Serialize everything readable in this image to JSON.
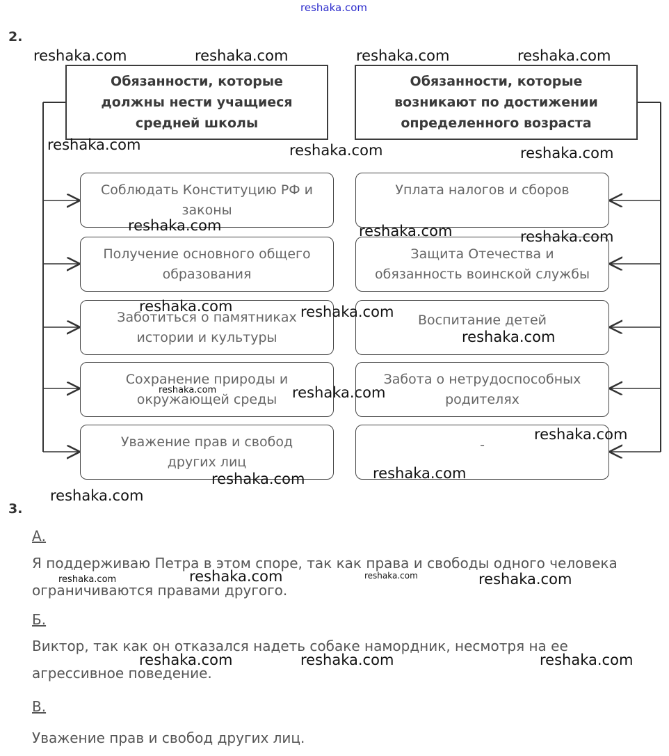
{
  "site_link": "reshaka.com",
  "task2": {
    "number": "2.",
    "left_header": [
      "Обязанности, которые",
      "должны нести учащиеся",
      "средней школы"
    ],
    "right_header": [
      "Обязанности, которые",
      "возникают по достижении",
      "определенного возраста"
    ],
    "left_items": [
      [
        "Соблюдать Конституцию РФ и",
        "законы"
      ],
      [
        "Получение основного общего",
        "образования"
      ],
      [
        "Заботиться о памятниках",
        "истории и культуры"
      ],
      [
        "Сохранение природы и",
        "окружающей среды"
      ],
      [
        "Уважение прав и свобод",
        "других лиц"
      ]
    ],
    "right_items": [
      [
        "Уплата налогов и сборов"
      ],
      [
        "Защита Отечества и",
        "обязанность воинской службы"
      ],
      [
        "Воспитание детей"
      ],
      [
        "Забота о нетрудоспособных",
        "родителях"
      ],
      [
        "-"
      ]
    ]
  },
  "task3": {
    "number": "3.",
    "answers": [
      {
        "letter": "А.",
        "text": [
          "Я поддерживаю Петра в этом споре, так как права и свободы одного человека",
          "ограничиваются правами другого."
        ]
      },
      {
        "letter": "Б.",
        "text": [
          "Виктор, так как он отказался надеть собаке намордник, несмотря на ее",
          "агрессивное поведение."
        ]
      },
      {
        "letter": "В.",
        "text": [
          "Уважение прав и свобод других лиц."
        ]
      }
    ]
  },
  "watermark": "reshaka.com"
}
